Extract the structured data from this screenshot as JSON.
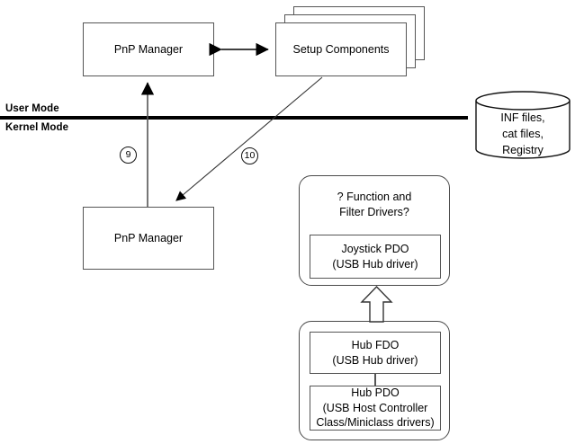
{
  "diagram": {
    "title": "PnP device installation flow (user mode / kernel mode)",
    "mode_labels": {
      "user": "User Mode",
      "kernel": "Kernel Mode"
    },
    "colors": {
      "background": "#ffffff",
      "box_border": "#555555",
      "rounded_border": "#4a4a4a",
      "divider": "#000000",
      "text": "#000000"
    },
    "boxes": {
      "pnp_manager_user": "PnP Manager",
      "setup_components": "Setup Components",
      "pnp_manager_kernel": "PnP Manager",
      "function_filter_drivers": "? Function and\nFilter Drivers?",
      "joystick_pdo": "Joystick PDO\n(USB Hub driver)",
      "hub_fdo": "Hub FDO\n(USB Hub driver)",
      "hub_pdo": "Hub PDO\n(USB Host Controller\nClass/Miniclass drivers)"
    },
    "datastore": {
      "label": "INF files,\ncat files,\nRegistry"
    },
    "step_markers": [
      {
        "id": "9",
        "label": "9"
      },
      {
        "id": "10",
        "label": "10"
      }
    ],
    "connectors": [
      {
        "name": "pnp-user-to-setup",
        "style": "double-headed-arrow"
      },
      {
        "name": "kernel-pnp-to-user-pnp",
        "style": "arrow-up",
        "marker": "9"
      },
      {
        "name": "setup-to-kernel-pnp",
        "style": "diagonal-arrow-down-left",
        "marker": "10"
      },
      {
        "name": "hub-stack-to-joystick-stack",
        "style": "hollow-block-arrow-up"
      },
      {
        "name": "hub-fdo-to-hub-pdo",
        "style": "plain-line"
      }
    ]
  }
}
